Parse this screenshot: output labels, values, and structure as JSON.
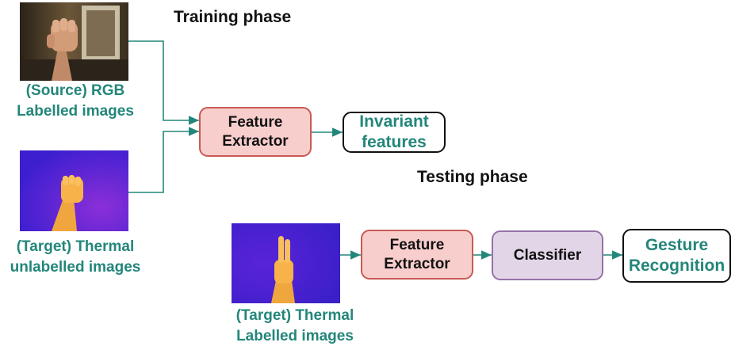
{
  "training": {
    "title": "Training phase",
    "source_caption": [
      "(Source) RGB",
      "Labelled images"
    ],
    "target_caption": [
      "(Target) Thermal",
      "unlabelled images"
    ],
    "feature_extractor": [
      "Feature",
      "Extractor"
    ],
    "output": [
      "Invariant",
      "features"
    ]
  },
  "testing": {
    "title": "Testing phase",
    "target_caption": [
      "(Target) Thermal",
      "Labelled images"
    ],
    "feature_extractor": [
      "Feature",
      "Extractor"
    ],
    "classifier": "Classifier",
    "output": [
      "Gesture",
      "Recognition"
    ]
  },
  "colors": {
    "caption_teal": "#23867a",
    "arrow_teal": "#23867a",
    "feature_fill": "#f8cecc",
    "feature_border": "#c75a55",
    "classifier_fill": "#e1d5e7",
    "classifier_border": "#9673a6",
    "thermal_background": "#4a1fd6",
    "thermal_hand": "#f4b24a"
  },
  "icons": [
    "rgb-hand-photo",
    "thermal-hand-fist-photo",
    "thermal-hand-two-fingers-photo"
  ]
}
